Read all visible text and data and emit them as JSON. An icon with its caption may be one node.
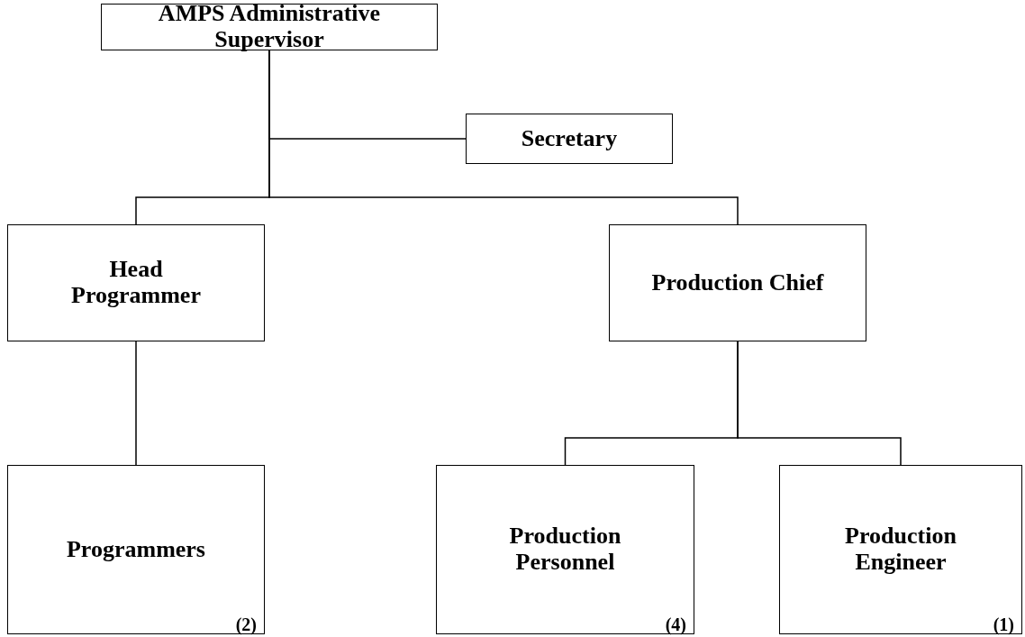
{
  "diagram": {
    "nodes": [
      {
        "text": [
          "AMPS Administrative Supervisor"
        ]
      },
      {
        "text": [
          "Secretary"
        ]
      },
      {
        "text": [
          "Head Programmer"
        ]
      },
      {
        "text": [
          "Production Chief"
        ]
      },
      {
        "text": [
          "Programmers",
          "(2)"
        ]
      },
      {
        "text": [
          "Production Personnel",
          "(4)"
        ]
      },
      {
        "text": [
          "Production Engineer",
          "(1)"
        ]
      }
    ],
    "edges": [
      {
        "from": 0,
        "to": 1,
        "arrow": "none"
      },
      {
        "from": 0,
        "to": 2,
        "arrow": "none"
      },
      {
        "from": 0,
        "to": 3,
        "arrow": "none"
      },
      {
        "from": 2,
        "to": 4,
        "arrow": "none"
      },
      {
        "from": 3,
        "to": 5,
        "arrow": "none"
      },
      {
        "from": 3,
        "to": 6,
        "arrow": "none"
      }
    ]
  }
}
